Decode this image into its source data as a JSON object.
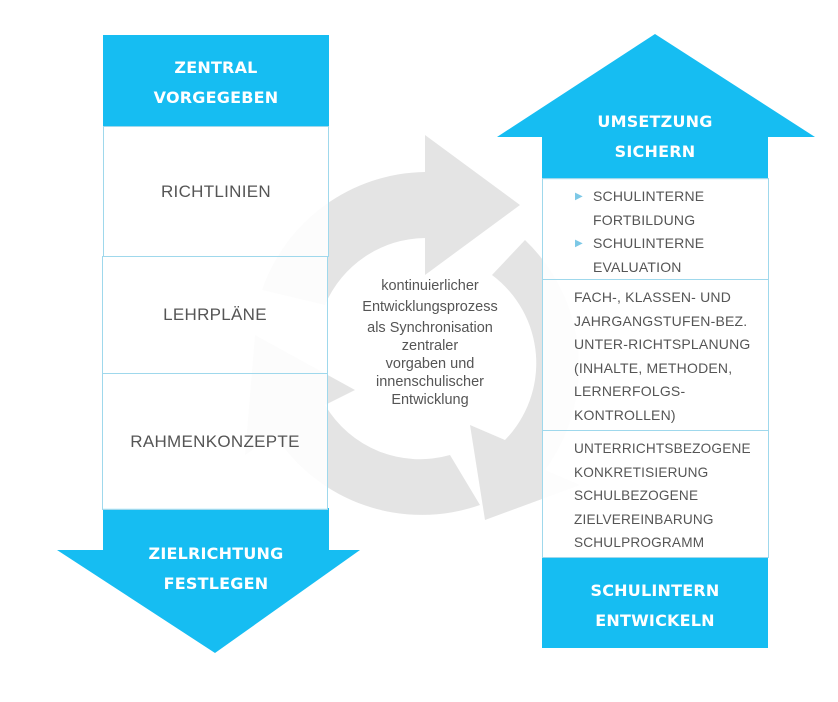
{
  "colors": {
    "accent": "#16bdf2",
    "cycle_gray": "#e4e4e4",
    "border": "#9fd8ec",
    "text": "#555555"
  },
  "left_column": {
    "header": [
      "ZENTRAL",
      "VORGEGEBEN"
    ],
    "items": [
      "RICHTLINIEN",
      "LEHRPLÄNE",
      "RAHMENKONZEPTE"
    ],
    "arrow_label": [
      "ZIELRICHTUNG",
      "FESTLEGEN"
    ],
    "arrow_icon": "arrow-down-icon"
  },
  "center": {
    "cycle_icon": "cycle-arrows-icon",
    "text_lines": [
      "kontinuierlicher",
      "Entwicklungsprozess",
      "als Synchronisation",
      "zentraler",
      "vorgaben und",
      "innenschulischer",
      "Entwicklung"
    ]
  },
  "right_column": {
    "arrow_label": [
      "UMSETZUNG",
      "SICHERN"
    ],
    "arrow_icon": "arrow-up-icon",
    "box1_bullets": [
      {
        "lines": [
          "SCHULINTERNE",
          "FORTBILDUNG"
        ]
      },
      {
        "lines": [
          "SCHULINTERNE",
          "EVALUATION"
        ]
      }
    ],
    "box2_lines": [
      "FACH-, KLASSEN- UND",
      "JAHRGANGSTUFEN-BEZ.",
      "UNTER-RICHTSPLANUNG",
      "(INHALTE, METHODEN,",
      "LERNERFOLGS-",
      "KONTROLLEN)"
    ],
    "box3_lines": [
      "UNTERRICHTSBEZOGENE",
      "KONKRETISIERUNG",
      "SCHULBEZOGENE",
      "ZIELVEREINBARUNG",
      "SCHULPROGRAMM"
    ],
    "footer": [
      "SCHULINTERN",
      "ENTWICKELN"
    ]
  }
}
